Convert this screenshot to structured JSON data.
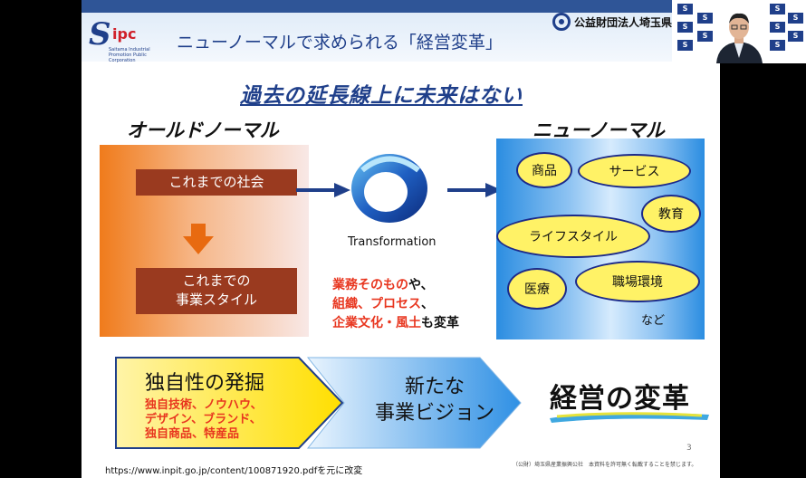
{
  "slide": {
    "logo_text": "ipc",
    "logo_subtitle": "Saitama Industrial Promotion Public Corporation",
    "title": "ニューノーマルで求められる「経営変革」",
    "org_name": "公益財団法人埼玉県産業",
    "subtitle": "過去の延長線上に未来はない",
    "old_normal": {
      "heading": "オールドノーマル",
      "box1": "これまでの社会",
      "box2_line1": "これまでの",
      "box2_line2": "事業スタイル"
    },
    "transformation_label": "Transformation",
    "change_text": {
      "line1_red": "業務そのもの",
      "line1_black": "や、",
      "line2_red": "組織、プロセス",
      "line2_black": "、",
      "line3_red": "企業文化・風土",
      "line3_black": "も変革"
    },
    "new_normal": {
      "heading": "ニューノーマル",
      "items": [
        "商品",
        "サービス",
        "教育",
        "ライフスタイル",
        "医療",
        "職場環境"
      ],
      "etc": "など"
    },
    "bottom": {
      "uniqueness_title": "独自性の発掘",
      "uniqueness_items": [
        "独自技術、ノウハウ、",
        "デザイン、ブランド、",
        "独自商品、特産品"
      ],
      "vision_line1": "新たな",
      "vision_line2": "事業ビジョン",
      "result": "経営の変革"
    },
    "page_number": "3",
    "copyright": "（公財）埼玉県産業振興公社　本資料を許可無く転載することを禁じます。",
    "source_url": "https://www.inpit.go.jp/content/100871920.pdfを元に改変"
  },
  "colors": {
    "header_bar": "#2f5597",
    "brand_blue": "#1f3f8a",
    "orange_panel": "#f07b1b",
    "brown_box": "#9a3a1f",
    "blue_panel": "#2b8de1",
    "ellipse_fill": "#fff266",
    "accent_red": "#e8361f"
  }
}
